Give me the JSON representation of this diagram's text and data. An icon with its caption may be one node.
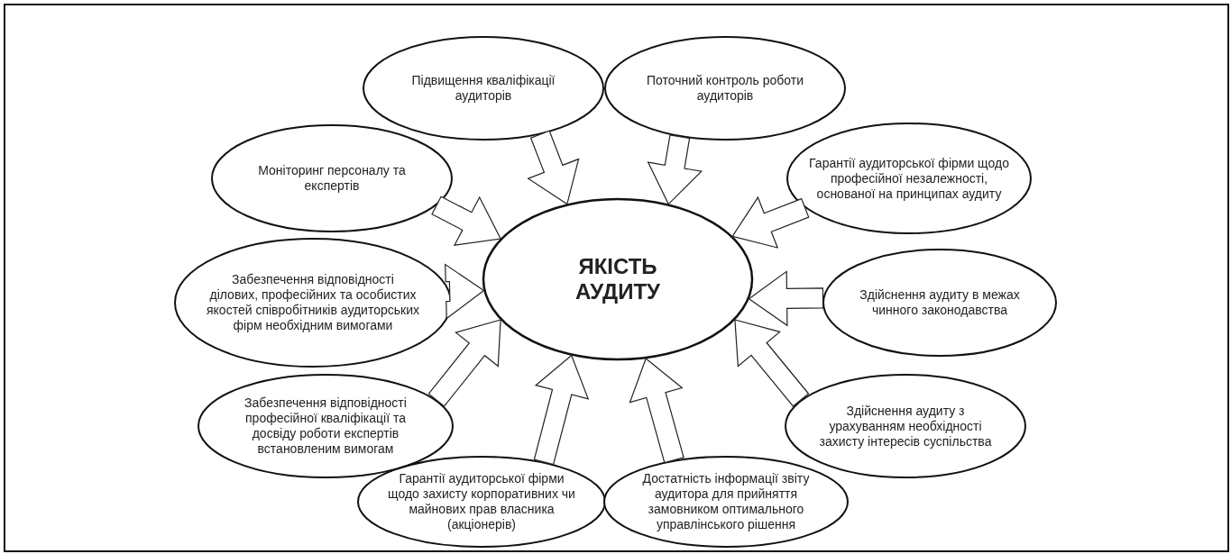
{
  "diagram": {
    "nodes": [
      {
        "text": [
          "ЯКІСТЬ АУДИТУ"
        ]
      },
      {
        "text": [
          "Підвищення кваліфікації аудиторів"
        ]
      },
      {
        "text": [
          "Поточний контроль роботи аудиторів"
        ]
      },
      {
        "text": [
          "Моніторинг персоналу та експертів"
        ]
      },
      {
        "text": [
          "Гарантії аудиторської фірми щодо професійної незалежності, основаної на принципах аудиту"
        ]
      },
      {
        "text": [
          "Забезпечення відповідності ділових, професійних та особистих якостей співробітників аудиторських фірм необхідним вимогами"
        ]
      },
      {
        "text": [
          "Здійснення аудиту в межах чинного законодавства"
        ]
      },
      {
        "text": [
          "Забезпечення відповідності професійної  кваліфікації та досвіду роботи експертів встановленим вимогам"
        ]
      },
      {
        "text": [
          "Здійснення аудиту з урахуванням необхідності захисту інтересів суспільства"
        ]
      },
      {
        "text": [
          "Гарантії аудиторської фірми щодо захисту корпоративних чи майнових прав власника (акціонерів)"
        ]
      },
      {
        "text": [
          "Достатність інформації звіту аудитора для прийняття замовником оптимального управлінського рішення"
        ]
      }
    ],
    "edges": [
      {
        "from": 1,
        "to": 0,
        "arrow": "to"
      },
      {
        "from": 2,
        "to": 0,
        "arrow": "to"
      },
      {
        "from": 3,
        "to": 0,
        "arrow": "to"
      },
      {
        "from": 4,
        "to": 0,
        "arrow": "to"
      },
      {
        "from": 5,
        "to": 0,
        "arrow": "to"
      },
      {
        "from": 6,
        "to": 0,
        "arrow": "to"
      },
      {
        "from": 7,
        "to": 0,
        "arrow": "to"
      },
      {
        "from": 8,
        "to": 0,
        "arrow": "to"
      },
      {
        "from": 9,
        "to": 0,
        "arrow": "to"
      },
      {
        "from": 10,
        "to": 0,
        "arrow": "to"
      }
    ]
  }
}
